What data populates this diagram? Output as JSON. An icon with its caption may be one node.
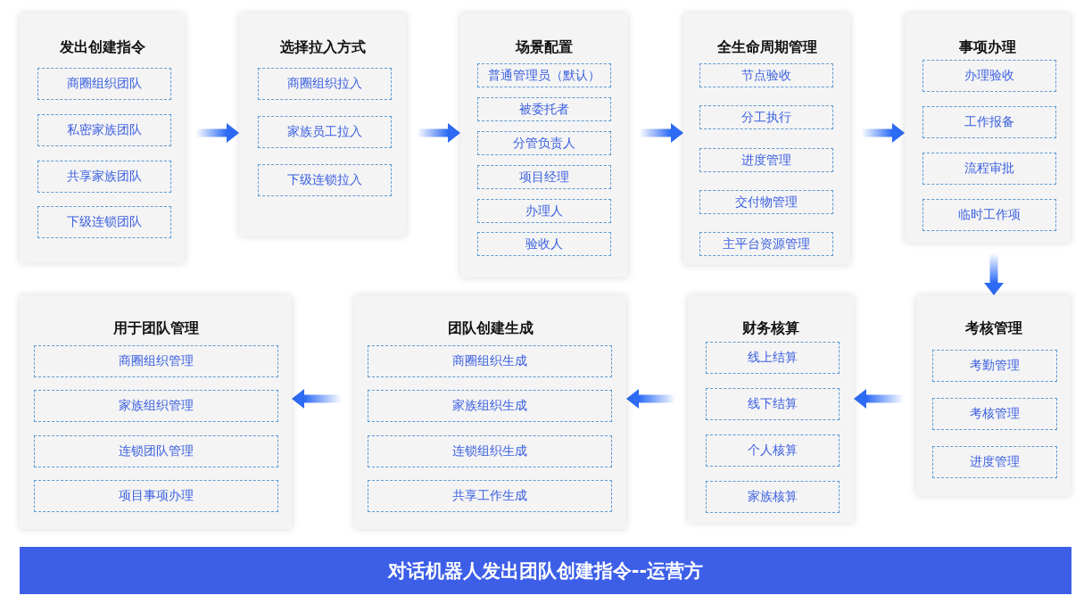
{
  "diagram": {
    "nodes": [
      {
        "text": [
          "发出创建指令"
        ]
      },
      {
        "text": [
          "商圈组织团队"
        ],
        "in": 0
      },
      {
        "text": [
          "私密家族团队"
        ],
        "in": 0
      },
      {
        "text": [
          "共享家族团队"
        ],
        "in": 0
      },
      {
        "text": [
          "下级连锁团队"
        ],
        "in": 0
      },
      {
        "text": [
          "选择拉入方式"
        ]
      },
      {
        "text": [
          "商圈组织拉入"
        ],
        "in": 5
      },
      {
        "text": [
          "家族员工拉入"
        ],
        "in": 5
      },
      {
        "text": [
          "下级连锁拉入"
        ],
        "in": 5
      },
      {
        "text": [
          "场景配置"
        ]
      },
      {
        "text": [
          "普通管理员（默认）"
        ],
        "in": 9
      },
      {
        "text": [
          "被委托者"
        ],
        "in": 9
      },
      {
        "text": [
          "分管负责人"
        ],
        "in": 9
      },
      {
        "text": [
          "项目经理"
        ],
        "in": 9
      },
      {
        "text": [
          "办理人"
        ],
        "in": 9
      },
      {
        "text": [
          "验收人"
        ],
        "in": 9
      },
      {
        "text": [
          "全生命周期管理"
        ]
      },
      {
        "text": [
          "节点验收"
        ],
        "in": 16
      },
      {
        "text": [
          "分工执行"
        ],
        "in": 16
      },
      {
        "text": [
          "进度管理"
        ],
        "in": 16
      },
      {
        "text": [
          "交付物管理"
        ],
        "in": 16
      },
      {
        "text": [
          "主平台资源管理"
        ],
        "in": 16
      },
      {
        "text": [
          "事项办理"
        ]
      },
      {
        "text": [
          "办理验收"
        ],
        "in": 22
      },
      {
        "text": [
          "工作报备"
        ],
        "in": 22
      },
      {
        "text": [
          "流程审批"
        ],
        "in": 22
      },
      {
        "text": [
          "临时工作项"
        ],
        "in": 22
      },
      {
        "text": [
          "用于团队管理"
        ]
      },
      {
        "text": [
          "商圈组织管理"
        ],
        "in": 27
      },
      {
        "text": [
          "家族组织管理"
        ],
        "in": 27
      },
      {
        "text": [
          "连锁团队管理"
        ],
        "in": 27
      },
      {
        "text": [
          "项目事项办理"
        ],
        "in": 27
      },
      {
        "text": [
          "团队创建生成"
        ]
      },
      {
        "text": [
          "商圈组织生成"
        ],
        "in": 32
      },
      {
        "text": [
          "家族组织生成"
        ],
        "in": 32
      },
      {
        "text": [
          "连锁组织生成"
        ],
        "in": 32
      },
      {
        "text": [
          "共享工作生成"
        ],
        "in": 32
      },
      {
        "text": [
          "财务核算"
        ]
      },
      {
        "text": [
          "线上结算"
        ],
        "in": 37
      },
      {
        "text": [
          "线下结算"
        ],
        "in": 37
      },
      {
        "text": [
          "个人核算"
        ],
        "in": 37
      },
      {
        "text": [
          "家族核算"
        ],
        "in": 37
      },
      {
        "text": [
          "考核管理"
        ]
      },
      {
        "text": [
          "考勤管理"
        ],
        "in": 42
      },
      {
        "text": [
          "考核管理"
        ],
        "in": 42
      },
      {
        "text": [
          "进度管理"
        ],
        "in": 42
      },
      {
        "text": [
          "对话机器人发出团队创建指令--运营方"
        ]
      }
    ],
    "edges": [
      {
        "from": 0,
        "to": 5,
        "arrow": "to"
      },
      {
        "from": 5,
        "to": 9,
        "arrow": "to"
      },
      {
        "from": 9,
        "to": 16,
        "arrow": "to"
      },
      {
        "from": 16,
        "to": 22,
        "arrow": "to"
      },
      {
        "from": 22,
        "to": 42,
        "arrow": "to"
      },
      {
        "from": 42,
        "to": 37,
        "arrow": "to"
      },
      {
        "from": 37,
        "to": 32,
        "arrow": "to"
      },
      {
        "from": 32,
        "to": 27,
        "arrow": "to"
      }
    ]
  }
}
